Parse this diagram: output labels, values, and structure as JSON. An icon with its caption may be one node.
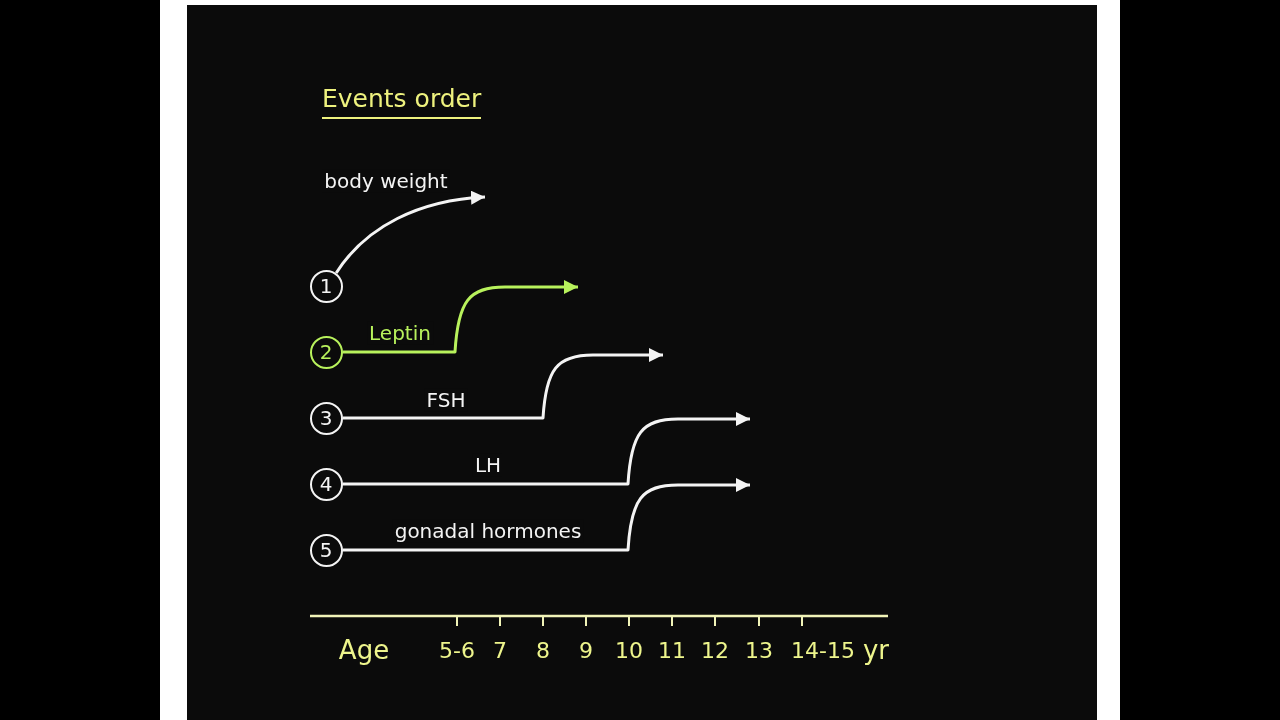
{
  "diagram": {
    "title": "Events order",
    "nodes": [
      {
        "text": [
          "1"
        ]
      },
      {
        "text": [
          "2"
        ]
      },
      {
        "text": [
          "3"
        ]
      },
      {
        "text": [
          "4"
        ]
      },
      {
        "text": [
          "5"
        ]
      }
    ],
    "edges": [
      {
        "from": 0,
        "to": null,
        "arrow": "to",
        "label": "body weight"
      },
      {
        "from": 1,
        "to": null,
        "arrow": "to",
        "label": "Leptin",
        "color": "#b8f25c"
      },
      {
        "from": 2,
        "to": null,
        "arrow": "to",
        "label": "FSH"
      },
      {
        "from": 3,
        "to": null,
        "arrow": "to",
        "label": "LH"
      },
      {
        "from": 4,
        "to": null,
        "arrow": "to",
        "label": "gonadal hormones"
      }
    ],
    "labels": [
      "Age",
      "5-6",
      "7",
      "8",
      "9",
      "10",
      "11",
      "12",
      "13",
      "14-15",
      "yr"
    ]
  }
}
